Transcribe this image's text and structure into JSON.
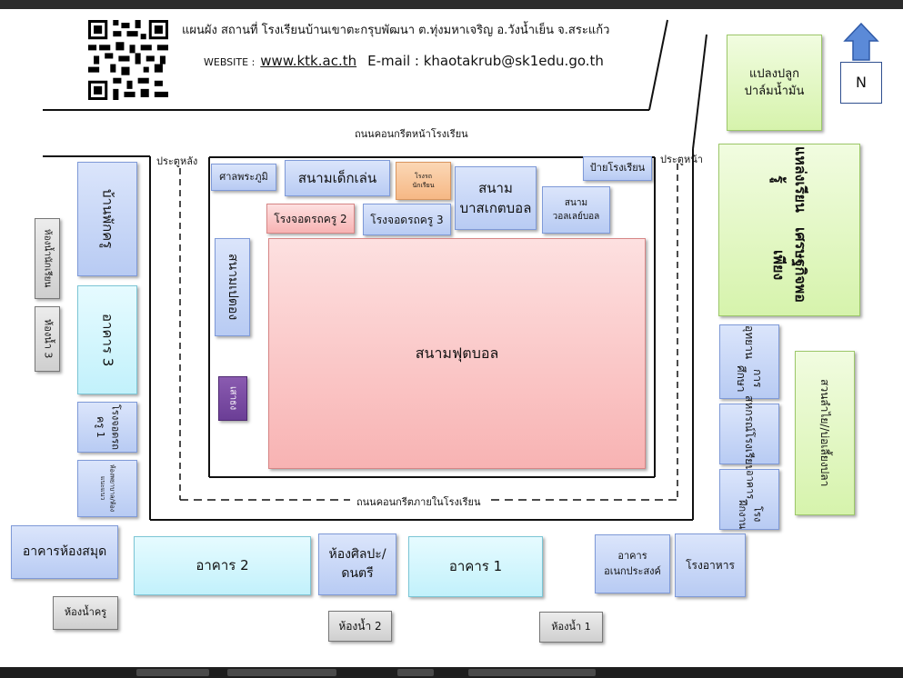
{
  "header": {
    "title": "แผนผัง สถานที่ โรงเรียนบ้านเขาตะกรุบพัฒนา ต.ทุ่งมหาเจริญ อ.วังน้ำเย็น จ.สระแก้ว",
    "website_label": "WEBSITE :",
    "website_url": "www.ktk.ac.th",
    "email": "E-mail : khaotakrub@sk1edu.go.th"
  },
  "compass": {
    "label": "N"
  },
  "roads": {
    "front": "ถนนคอนกรีตหน้าโรงเรียน",
    "inner": "ถนนคอนกรีตภายในโรงเรียน",
    "back_gate": "ประตูหลัง",
    "front_gate": "ประตูหน้า"
  },
  "inside": {
    "shrine": "ศาลพระภูมิ",
    "playground": "สนามเด็กเล่น",
    "bike_shed": "โรงรถ นักเรียน",
    "basketball_1": "สนาม",
    "basketball_2": "บาสเกตบอล",
    "sign": "ป้ายโรงเรียน",
    "carport2": "โรงจอดรถครู 2",
    "carport3": "โรงจอดรถครู 3",
    "volleyball_1": "สนาม",
    "volleyball_2": "วอลเลย์บอล",
    "petanque": "สนามเปตอง",
    "flagpole": "เสาธง",
    "football": "สนามฟุตบอล"
  },
  "left": {
    "teacher_house": "บ้านพักครู",
    "toilet_student": "ห้องน้ำนักเรียน",
    "building3": "อาคาร 3",
    "toilet3": "ห้องน้ำ 3",
    "carport1": "โรงจอดรถครู 1",
    "nurse_room": "ห้องพยาบาล/ห้องแนะแนว",
    "library": "อาคารห้องสมุด",
    "teacher_toilet": "ห้องน้ำครู"
  },
  "bottom": {
    "building2": "อาคาร 2",
    "art_room_1": "ห้องศิลปะ/",
    "art_room_2": "ดนตรี",
    "toilet2": "ห้องน้ำ 2",
    "building1": "อาคาร 1",
    "multipurpose_1": "อาคาร",
    "multipurpose_2": "อเนกประสงค์",
    "toilet1": "ห้องน้ำ 1",
    "canteen": "โรงอาหาร"
  },
  "right": {
    "palm_1": "แปลงปลูก",
    "palm_2": "ปาล์มน้ำมัน",
    "sufficiency_1": "แหล่งเรียนรู้",
    "sufficiency_2": "เศรษฐกิจพอเพียง",
    "agri_1": "อุทยาน",
    "agri_2": "การศึกษา",
    "coop_1": "สหกรณ์",
    "coop_2": "โรงเรียน",
    "edu_1": "อาคาร",
    "edu_2": "โรงฝึกงาน",
    "garden": "สวนลำไย//บ่อเลี้ยงปลา"
  },
  "colors": {
    "blue": "#b8cbf3",
    "cyan": "#c2f1fb",
    "green": "#d6f3ac",
    "gray": "#cfcfcf",
    "red": "#f8b3b3",
    "orange": "#f6b885",
    "purple": "#6b3e96",
    "arrow": "#5b8ad8"
  }
}
